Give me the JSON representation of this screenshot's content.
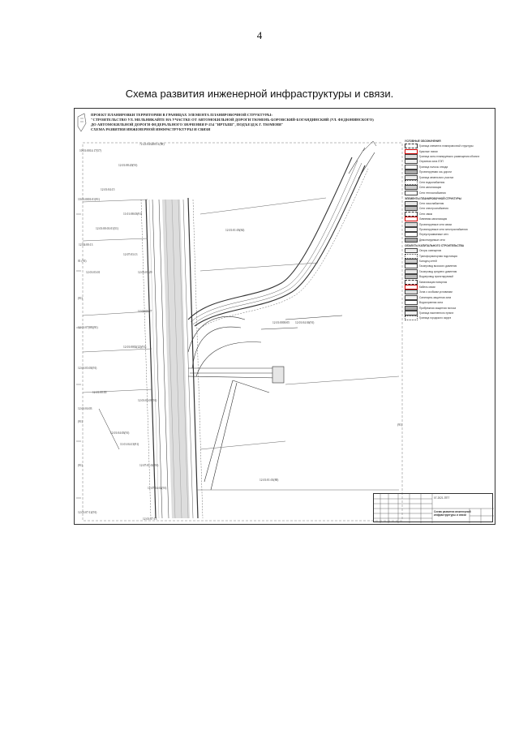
{
  "page": {
    "number": "4",
    "title": "Схема развития инженерной инфраструктуры и связи."
  },
  "sheet": {
    "header_lines": [
      "ПРОЕКТ ПЛАНИРОВКИ ТЕРРИТОРИИ В ГРАНИЦАХ ЭЛЕМЕНТА ПЛАНИРОВОЧНОЙ СТРУКТУРЫ:",
      "\"СТРОИТЕЛЬСТВО УЛ. МЕЛЬНИКАЙТЕ НА УЧАСТКЕ ОТ АВТОМОБИЛЬНОЙ ДОРОГИ ТЮМЕНЬ-БОРОВСКИЙ-БОГАНДИНСКИЙ (УЛ. ФЕДЮНИНСКОГО)",
      "ДО АВТОМОБИЛЬНОЙ ДОРОГИ ФЕДЕРАЛЬНОГО ЗНАЧЕНИЯ Р-254 \"ИРТЫШ\", ПОДЪЕЗД К Г. ТЮМЕНИ\"",
      "СХЕМА РАЗВИТИЯ ИНЖЕНЕРНОЙ ИНФРАСТРУКТУРЫ И СВЯЗИ"
    ],
    "parcels": [
      {
        "id": "p1",
        "label": "72:23:0432005:1(88)"
      },
      {
        "id": "p2",
        "label": "10:01:0014:17(57)"
      },
      {
        "id": "p3",
        "label": "12:01:08:20(91)"
      },
      {
        "id": "p4",
        "label": "12:01:04:15"
      },
      {
        "id": "p5",
        "label": "10:01:0001:01(91)"
      },
      {
        "id": "p6",
        "label": "11:01:08:03(91)"
      },
      {
        "id": "p7",
        "label": "12:01:00:01:01(51)"
      },
      {
        "id": "p8",
        "label": "12:01:01:03(84)"
      },
      {
        "id": "p9",
        "label": "12:04:00:13"
      },
      {
        "id": "p10",
        "label": "12:07:03:13"
      },
      {
        "id": "p11",
        "label": "12:01:03:01"
      },
      {
        "id": "p12",
        "label": "12:01:03:29"
      },
      {
        "id": "p13",
        "label": "12:04:00:27"
      },
      {
        "id": "p14",
        "label": "12:01:07(88)(91)"
      },
      {
        "id": "p15",
        "label": "12:01:0002(22)(91)"
      },
      {
        "id": "p16",
        "label": "12:01:0000:05"
      },
      {
        "id": "p17",
        "label": "12:01:04:36(91)"
      },
      {
        "id": "p18",
        "label": "12:01:03:03(91)"
      },
      {
        "id": "p19",
        "label": "12:01:04:03(91)"
      },
      {
        "id": "p20",
        "label": "12:01:00:00"
      },
      {
        "id": "p21",
        "label": "12:01:04:03"
      },
      {
        "id": "p22",
        "label": "12:01:04:03(91)"
      },
      {
        "id": "p23",
        "label": "11:01:04:13(91)"
      },
      {
        "id": "p24",
        "label": "12:07:01:02(91)"
      },
      {
        "id": "p25",
        "label": "12:07:04:02(91)"
      },
      {
        "id": "p26",
        "label": "12:01:01:01(88)"
      },
      {
        "id": "p27",
        "label": "12:01:07:13"
      },
      {
        "id": "p28",
        "label": "12:01:07:12(91)"
      }
    ],
    "side_labels": [
      "01 (91)",
      "(91)",
      "(91)",
      "(91)",
      "(91)"
    ],
    "legend": {
      "section_1": "УСЛОВНЫЕ ОБОЗНАЧЕНИЯ",
      "section_2": "ЭЛЕМЕНТЫ ПЛАНИРОВОЧНОЙ СТРУКТУРЫ",
      "section_3": "ОБЪЕКТЫ КАПИТАЛЬНОГО СТРОИТЕЛЬСТВА",
      "items": [
        "Граница элемента планировочной структуры",
        "Красные линии",
        "Граница зоны планируемого размещения объекта",
        "Охранная зона ЛЭП",
        "Граница полосы отвода",
        "Проектируемая ось дороги",
        "Граница земельного участка",
        "Сети водоснабжения",
        "Сети канализации",
        "Сети теплоснабжения",
        "Сети газоснабжения",
        "Сети электроснабжения",
        "Сети связи",
        "Ливневая канализация",
        "Проектируемые сети связи",
        "Проектируемые сети электроснабжения",
        "Переустраиваемые сети",
        "Демонтируемые сети",
        "Опоры освещения",
        "Трансформаторная подстанция",
        "Колодец сетей",
        "Газопровод высокого давления",
        "Газопровод среднего давления",
        "Водопровод проектируемый",
        "Канализация напорная",
        "Кабель связи",
        "Зона с особыми условиями",
        "Санитарно-защитная зона",
        "Водоохранная зона",
        "Прибрежная защитная полоса",
        "Граница населенного пункта",
        "Граница городского округа"
      ]
    },
    "stamp": {
      "code": "07-2021-ППТ",
      "title": "Схема развития инженерной инфраструктуры и связи"
    }
  }
}
